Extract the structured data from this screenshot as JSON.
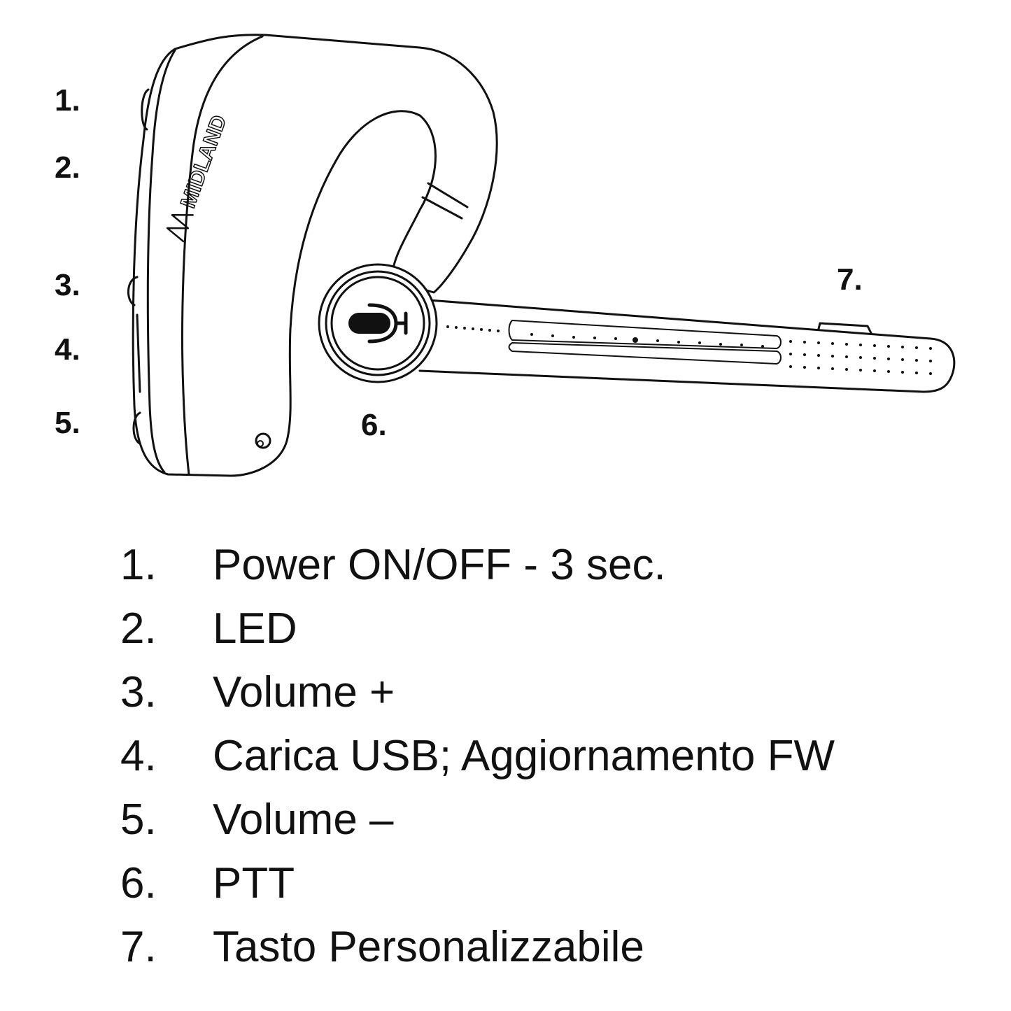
{
  "callouts": [
    "1.",
    "2.",
    "3.",
    "4.",
    "5.",
    "6.",
    "7."
  ],
  "brand_logo_text": "MIDLAND",
  "legend": [
    {
      "num": "1.",
      "label": "Power ON/OFF - 3 sec."
    },
    {
      "num": "2.",
      "label": "LED"
    },
    {
      "num": "3.",
      "label": "Volume +"
    },
    {
      "num": "4.",
      "label": "Carica USB; Aggiornamento FW"
    },
    {
      "num": "5.",
      "label": "Volume –"
    },
    {
      "num": "6.",
      "label": "PTT"
    },
    {
      "num": "7.",
      "label": "Tasto Personalizzabile"
    }
  ],
  "colors": {
    "line": "#111111",
    "background": "#ffffff"
  }
}
